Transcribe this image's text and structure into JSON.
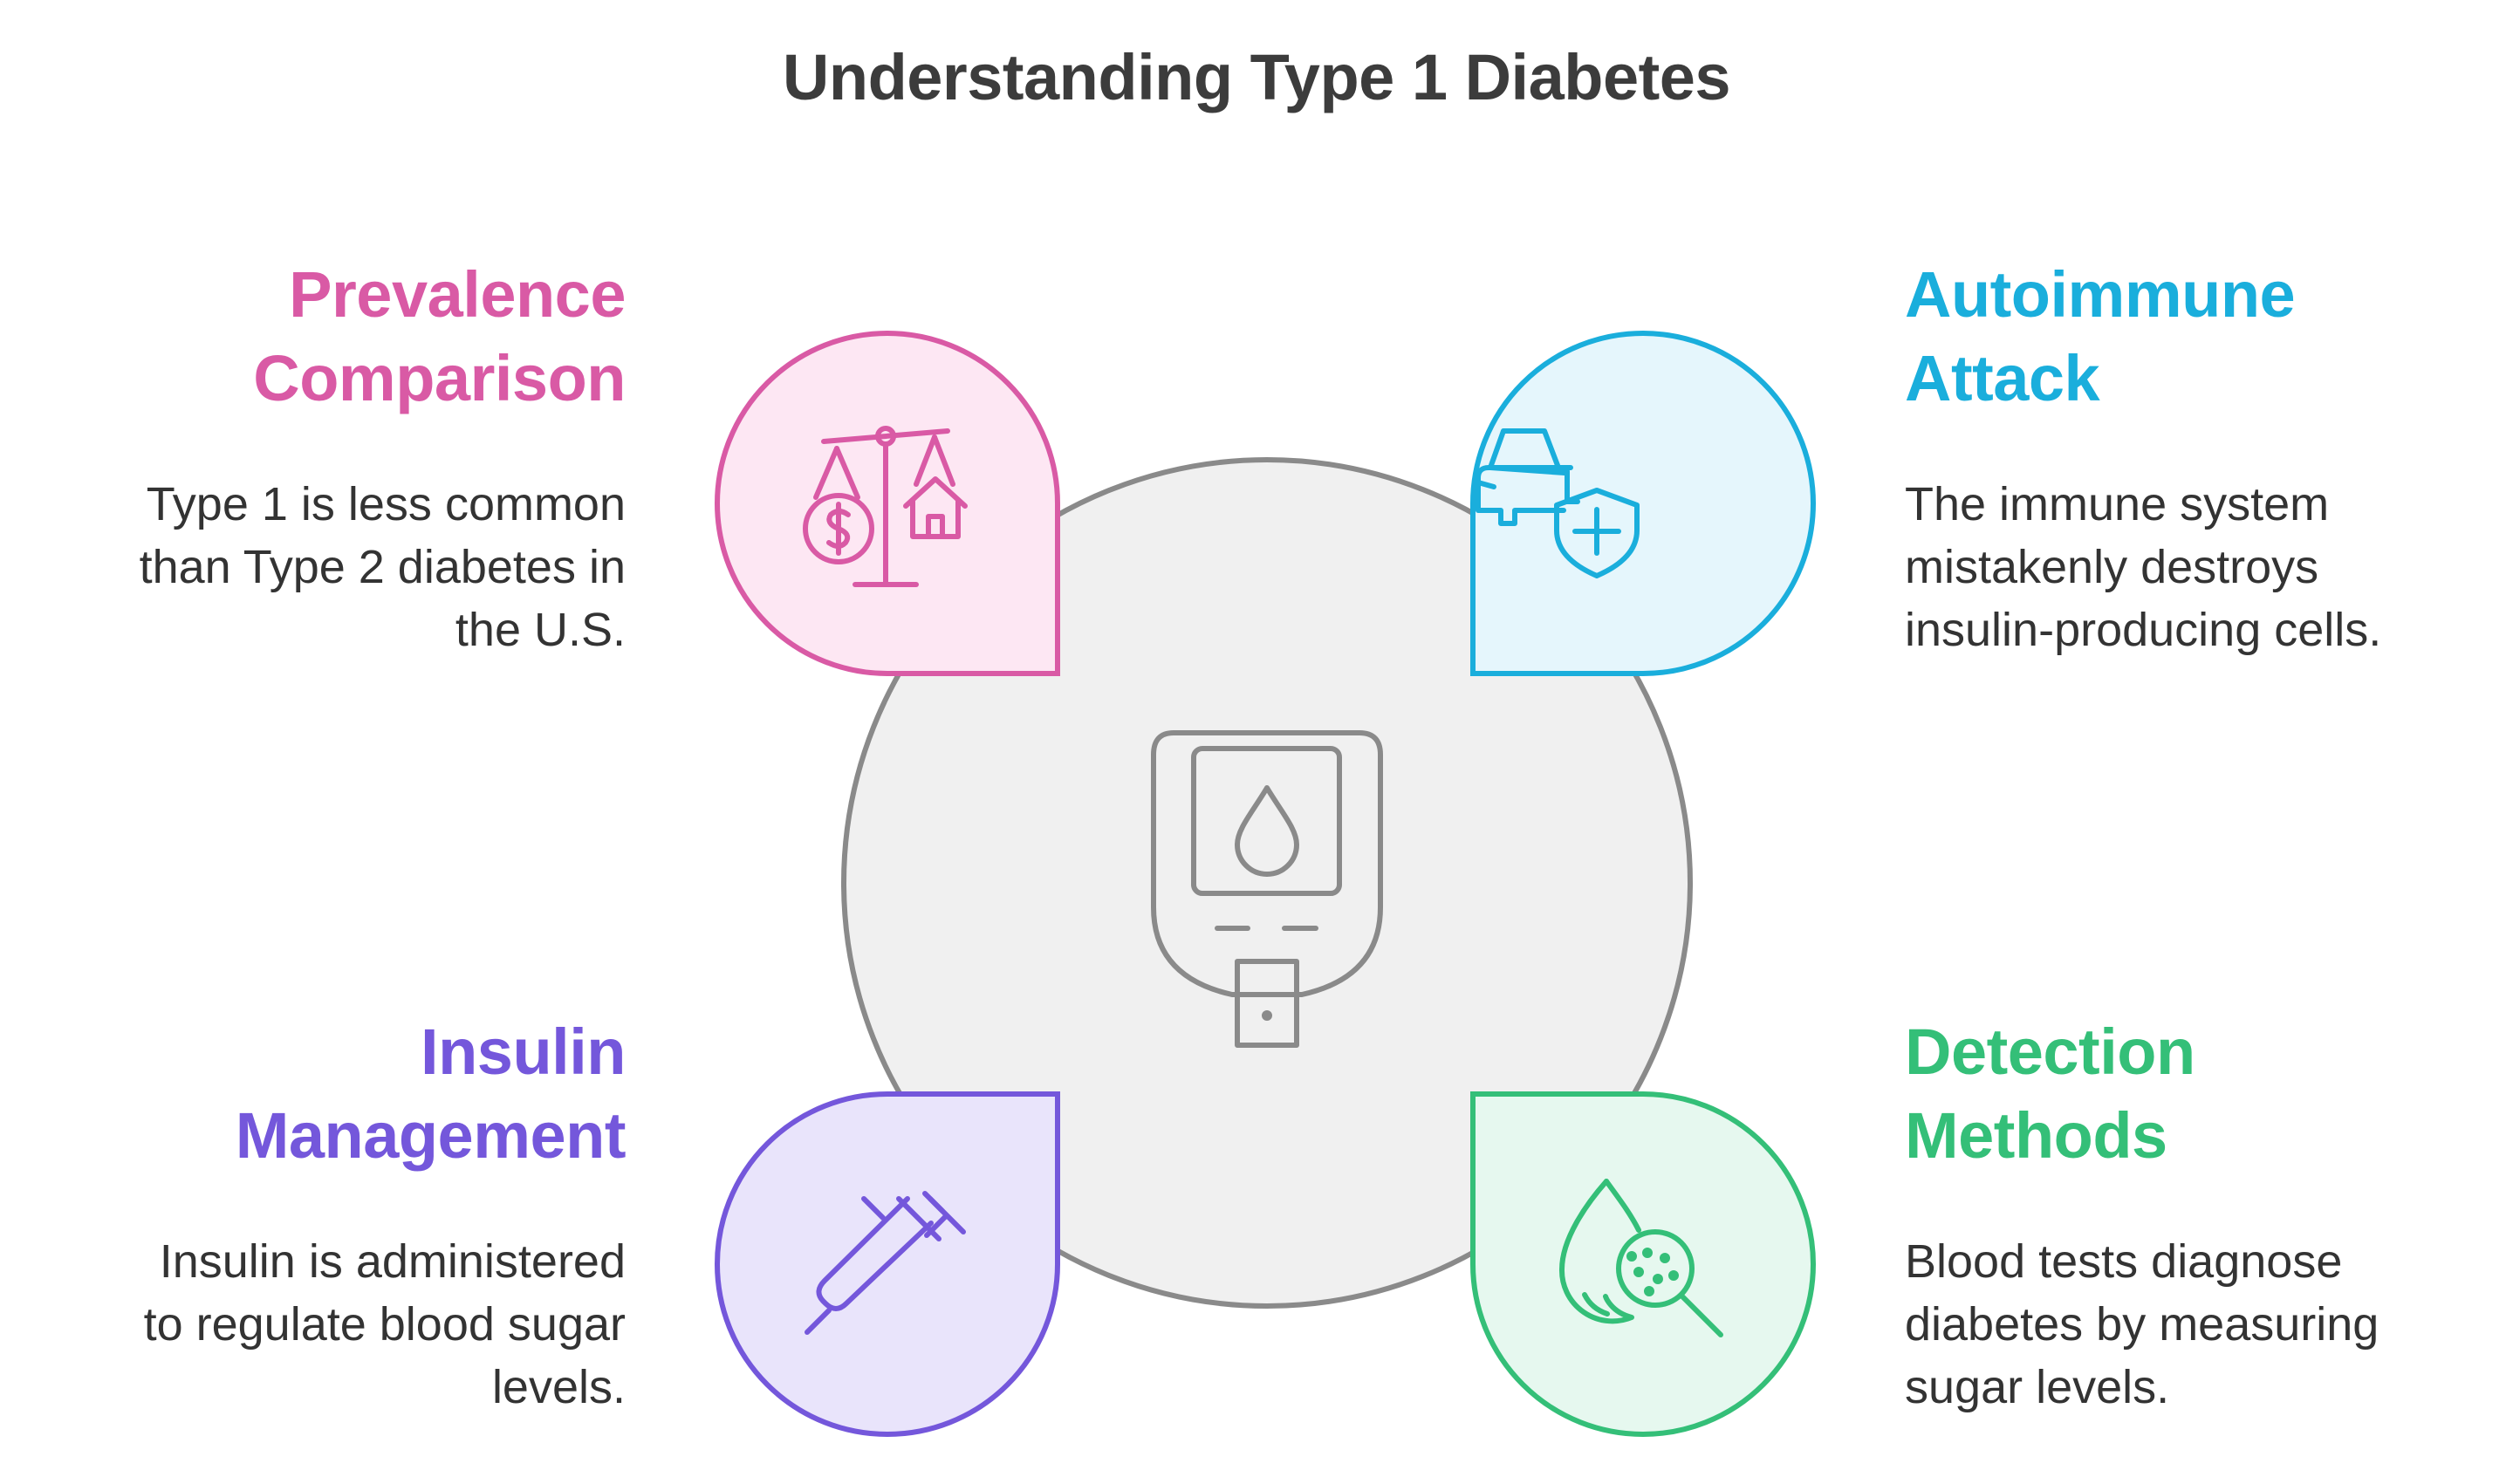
{
  "title": "Understanding Type 1 Diabetes",
  "center": {
    "icon": "glucose-meter-icon"
  },
  "items": [
    {
      "heading_line1": "Prevalence",
      "heading_line2": "Comparison",
      "description": [
        "Type 1 is less common",
        "than Type 2 diabetes in",
        "the U.S."
      ],
      "icon": "balance-scale-icon",
      "color": "#d95aa5",
      "fill": "#fde7f3"
    },
    {
      "heading_line1": "Autoimmune",
      "heading_line2": "Attack",
      "description": [
        "The immune system",
        "mistakenly destroys",
        "insulin-producing cells."
      ],
      "icon": "car-shield-icon",
      "color": "#1aaedc",
      "fill": "#e5f6fc"
    },
    {
      "heading_line1": "Insulin",
      "heading_line2": "Management",
      "description": [
        "Insulin is administered",
        "to regulate blood sugar",
        "levels."
      ],
      "icon": "syringe-icon",
      "color": "#7457db",
      "fill": "#e9e4fb"
    },
    {
      "heading_line1": "Detection",
      "heading_line2": "Methods",
      "description": [
        "Blood tests diagnose",
        "diabetes by measuring",
        "sugar levels."
      ],
      "icon": "blood-drop-magnifier-icon",
      "color": "#34bf78",
      "fill": "#e6f8ef"
    }
  ]
}
